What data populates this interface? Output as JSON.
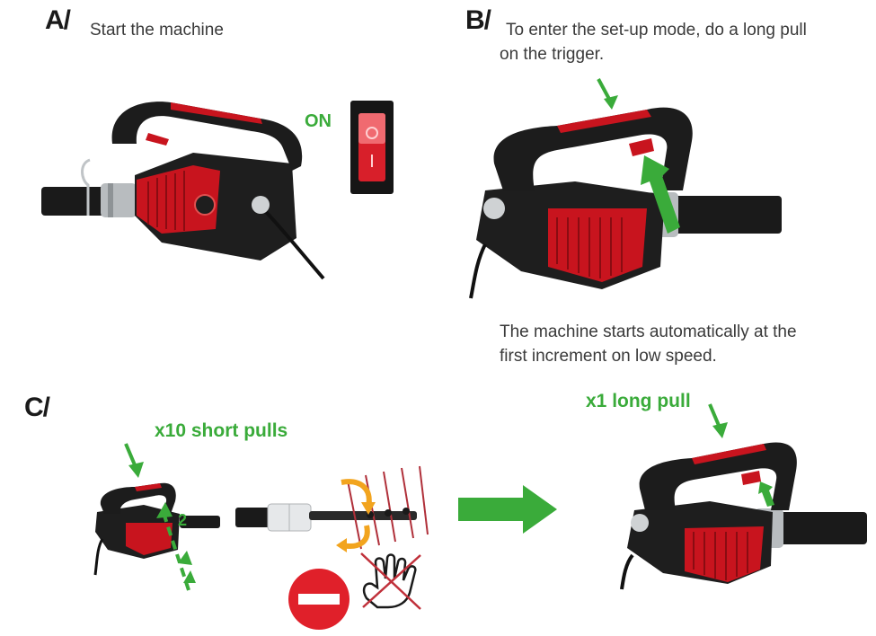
{
  "section_a": {
    "letter": "A/",
    "caption": "Start the machine",
    "switch_label": "ON"
  },
  "section_b": {
    "letter": "B/",
    "caption_line1": "To enter the set-up mode, do a long pull",
    "caption_line2": "on the trigger.",
    "result_line1": "The machine starts automatically at the",
    "result_line2": "first increment on low speed."
  },
  "section_c": {
    "letter": "C/",
    "short_pulls_label": "x10 short pulls",
    "trigger_number": "2",
    "long_pull_label": "x1 long pull"
  },
  "colors": {
    "accent_green": "#3aab3a",
    "machine_red": "#c8141e",
    "body_black": "#1c1c1c",
    "prohibit_red": "#e0202a",
    "rotation_orange": "#f2a41e"
  }
}
